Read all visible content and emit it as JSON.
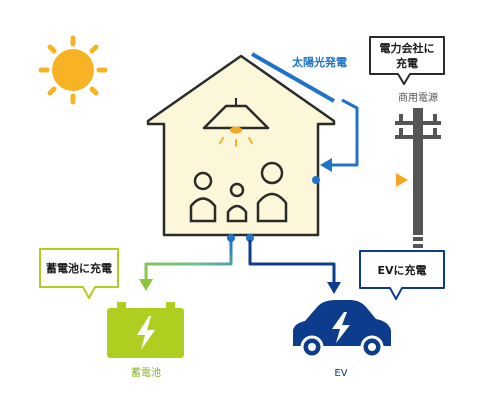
{
  "labels": {
    "solar": "太陽光発電",
    "grid_bubble_line1": "電力会社に",
    "grid_bubble_line2": "充電",
    "grid": "商用電源",
    "battery_bubble": "蓄電池に充電",
    "battery": "蓄電池",
    "ev_bubble": "EVに充電",
    "ev": "EV"
  },
  "colors": {
    "sun": "#f7b324",
    "house_fill": "#fbf7d8",
    "house_stroke": "#2b2b2b",
    "solar_blue": "#1f73c8",
    "ev_blue": "#0d3c8c",
    "battery_green": "#aecf1f",
    "battery_arrow": "#8cc63f",
    "grid_gray": "#555555",
    "orange": "#f5a623"
  },
  "icons": {
    "sun": "sun-icon",
    "lamp": "ceiling-lamp-icon",
    "pole": "utility-pole-icon",
    "battery": "battery-icon",
    "car": "electric-car-icon"
  }
}
